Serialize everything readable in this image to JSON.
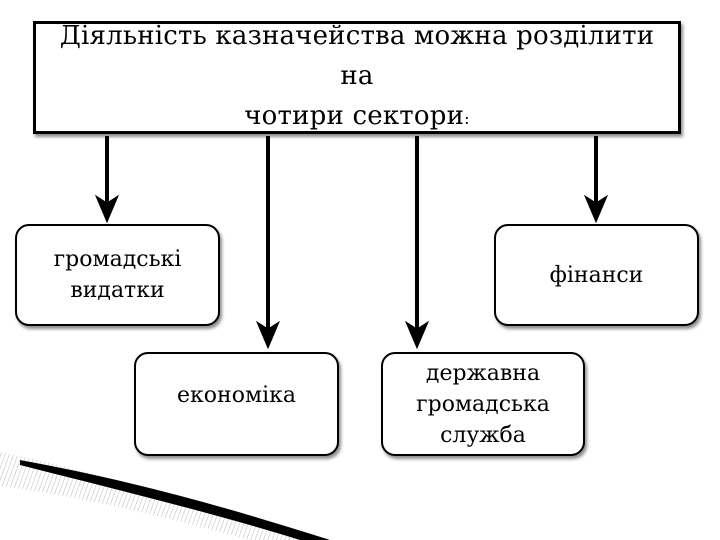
{
  "title": {
    "line1": "Діяльність казначейства можна розділити на",
    "line2": "чотири сектори",
    "colon": ":"
  },
  "sectors": [
    {
      "line1": "громадські",
      "line2": "видатки"
    },
    {
      "line1": "економіка"
    },
    {
      "line1": "державна",
      "line2": "громадська",
      "line3": "служба"
    },
    {
      "line1": "фінанси"
    }
  ]
}
